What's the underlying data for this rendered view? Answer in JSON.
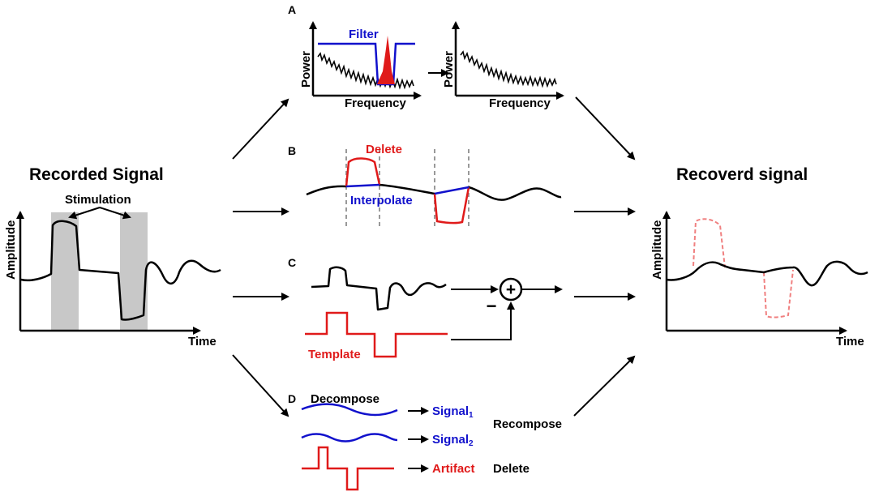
{
  "left": {
    "title": "Recorded Signal",
    "stimulation_label": "Stimulation",
    "ylabel": "Amplitude",
    "xlabel": "Time"
  },
  "right": {
    "title": "Recoverd signal",
    "ylabel": "Amplitude",
    "xlabel": "Time"
  },
  "panel_a": {
    "letter": "A",
    "filter_label": "Filter",
    "ylabel": "Power",
    "xlabel": "Frequency",
    "ylabel_after": "Power",
    "xlabel_after": "Frequency"
  },
  "panel_b": {
    "letter": "B",
    "delete_label": "Delete",
    "interpolate_label": "Interpolate"
  },
  "panel_c": {
    "letter": "C",
    "template_label": "Template",
    "plus_symbol": "+",
    "minus_symbol": "−"
  },
  "panel_d": {
    "letter": "D",
    "decompose_label": "Decompose",
    "signal1_label": "Signal",
    "signal1_sub": "1",
    "signal2_label": "Signal",
    "signal2_sub": "2",
    "artifact_label": "Artifact",
    "recompose_label": "Recompose",
    "delete_label": "Delete"
  },
  "colors": {
    "accent_blue": "#1111cc",
    "accent_red": "#e01a1a",
    "stim_gray": "#c8c8c8",
    "dashed_red": "#f08080"
  }
}
